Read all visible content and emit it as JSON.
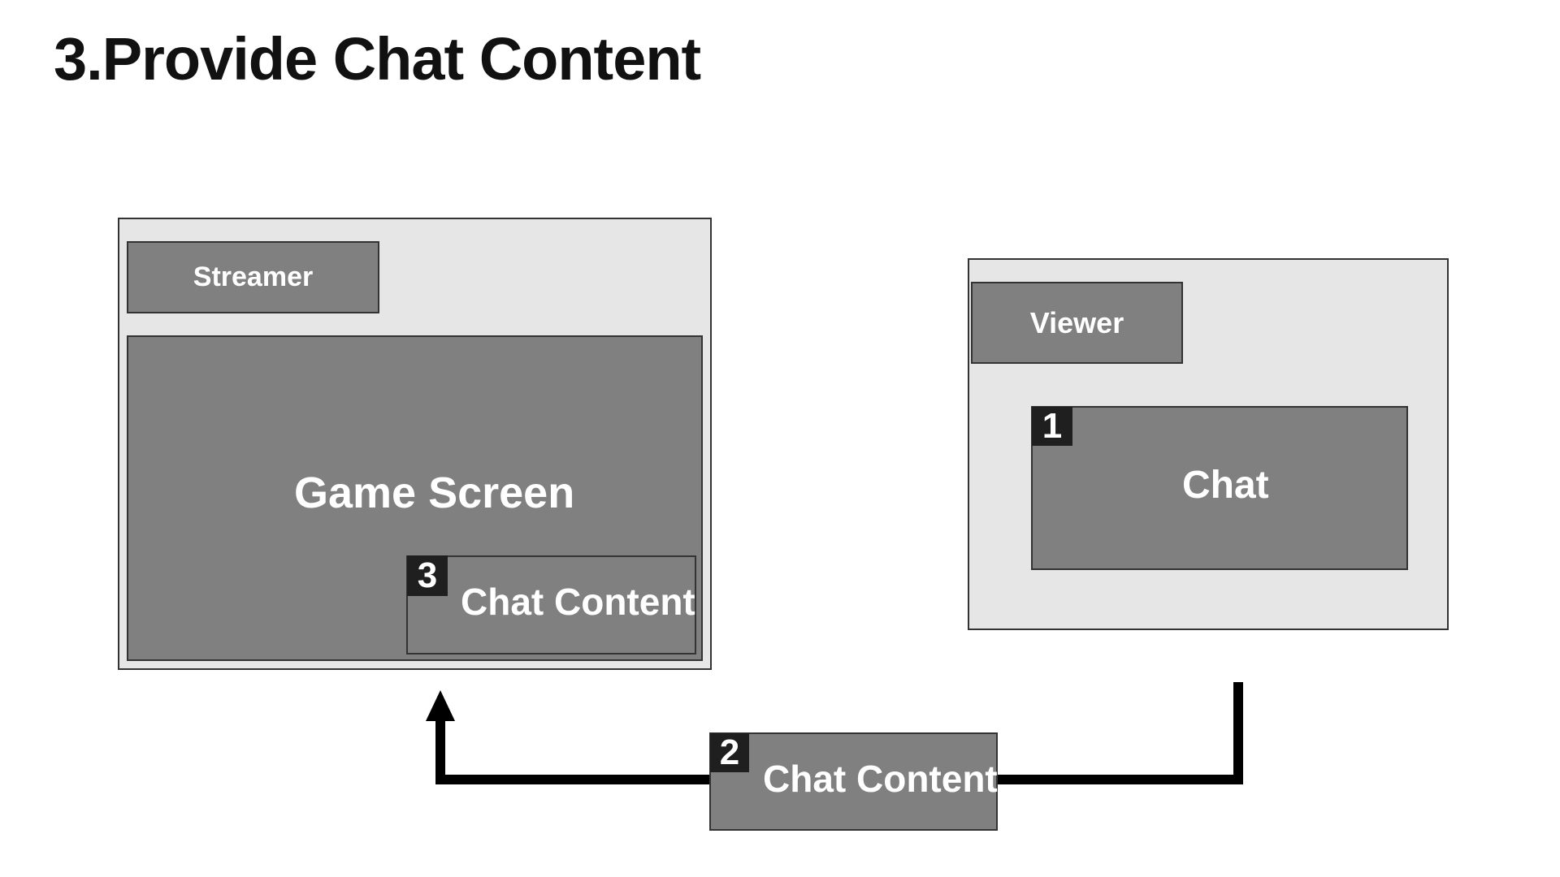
{
  "title": "3.Provide Chat Content",
  "streamer_panel": {
    "header_label": "Streamer",
    "game_screen_label": "Game Screen",
    "overlay": {
      "badge": "3",
      "label": "Chat Content"
    }
  },
  "viewer_panel": {
    "header_label": "Viewer",
    "chat": {
      "badge": "1",
      "label": "Chat"
    }
  },
  "transfer_box": {
    "badge": "2",
    "label": "Chat Content"
  },
  "colors": {
    "panel_bg": "#e6e6e6",
    "box_bg": "#808080",
    "badge_bg": "#1f1f1f",
    "border": "#333333",
    "arrow": "#000000"
  }
}
